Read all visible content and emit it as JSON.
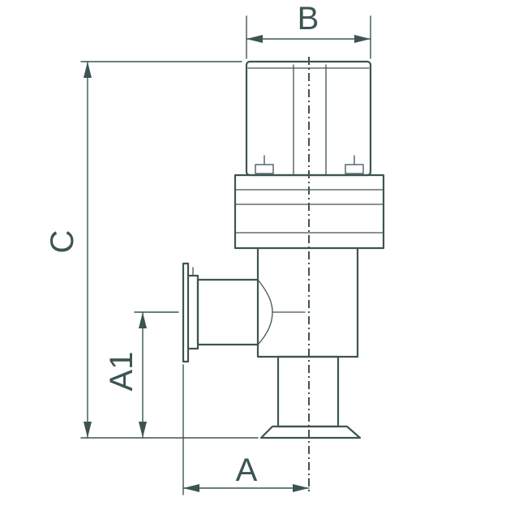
{
  "dimensions": {
    "a": "A",
    "a1": "A1",
    "b": "B",
    "c": "C"
  },
  "colors": {
    "line": "#3d5452",
    "background": "#ffffff"
  }
}
